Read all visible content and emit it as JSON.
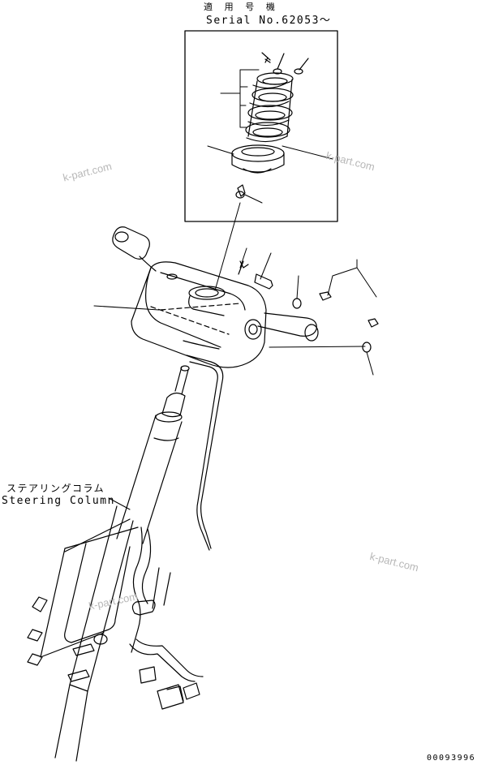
{
  "header": {
    "applicable_jp": "適 用 号 機",
    "serial": "Serial No.62053～"
  },
  "callout": {
    "column_jp": "ステアリングコラム",
    "column_en": "Steering Column"
  },
  "watermarks": [
    "k-part.com",
    "k-part.com",
    "k-part.com",
    "k-part.com"
  ],
  "footer": {
    "drawing_number": "00093996"
  },
  "icons": [
    "bolt-icon",
    "washer-icon",
    "connector-icon",
    "lever-icon"
  ]
}
